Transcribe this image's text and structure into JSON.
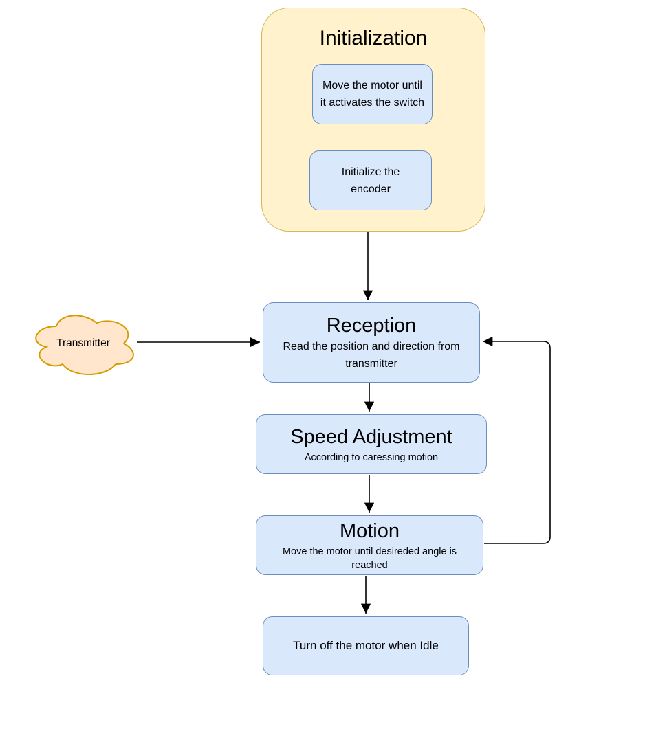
{
  "diagram": {
    "init": {
      "title": "Initialization",
      "steps": [
        {
          "label": "Move the motor until it activates the switch"
        },
        {
          "label": "Initialize the encoder"
        }
      ]
    },
    "transmitter": {
      "label": "Transmitter"
    },
    "reception": {
      "title": "Reception",
      "subtitle": "Read the position and direction from transmitter"
    },
    "speed_adjustment": {
      "title": "Speed Adjustment",
      "subtitle": "According to caressing motion"
    },
    "motion": {
      "title": "Motion",
      "subtitle": "Move the motor until desireded angle is reached"
    },
    "idle": {
      "label": "Turn off the motor when Idle"
    },
    "colors": {
      "container_fill": "#FFF2CC",
      "container_border": "#D6B656",
      "node_fill": "#DAE8FC",
      "node_border": "#6C8EBF",
      "cloud_fill": "#FFE6CC",
      "cloud_border": "#D79B00",
      "arrow": "#000000",
      "background": "#FFFFFF"
    }
  }
}
